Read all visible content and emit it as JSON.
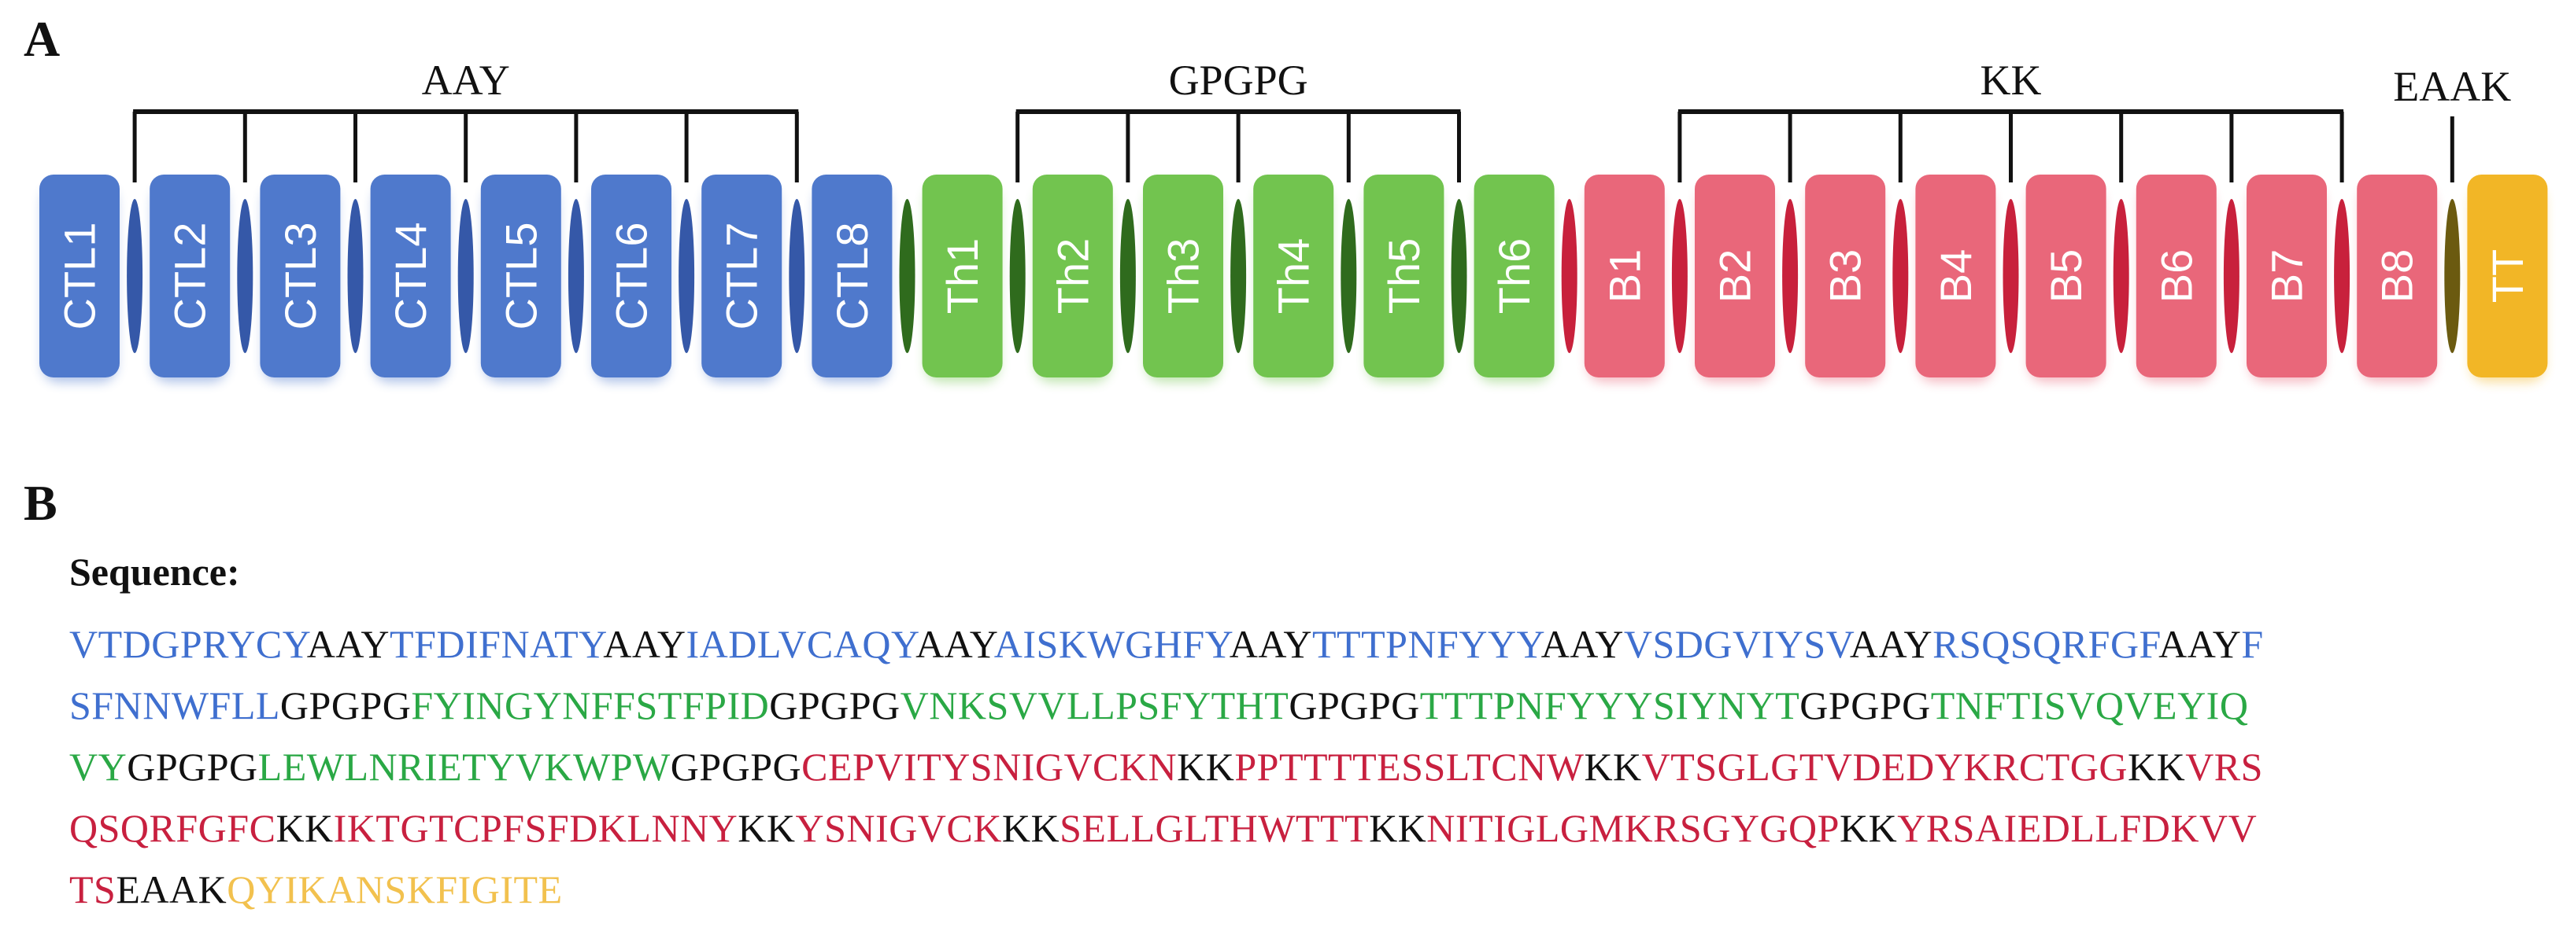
{
  "panels": {
    "a": "A",
    "b": "B"
  },
  "colors": {
    "ctl": "#4f79cc",
    "ctl_dark": "#3558a8",
    "th": "#72c44f",
    "th_dark": "#2f6b1d",
    "b": "#e9677a",
    "b_dark": "#c8213c",
    "tt": "#f2b626",
    "tt_dark": "#6b5a10",
    "bracket": "#111111",
    "linker_text": "#111111",
    "seq_ctl": "#3f6fcf",
    "seq_th": "#2aa845",
    "seq_b": "#c8203f",
    "seq_tt": "#f2c14e"
  },
  "linkers": [
    {
      "label": "AAY",
      "group": "ctl"
    },
    {
      "label": "GPGPG",
      "group": "th"
    },
    {
      "label": "KK",
      "group": "b"
    },
    {
      "label": "EAAK",
      "group": "tt"
    }
  ],
  "epitopes": [
    {
      "label": "CTL1",
      "type": "ctl"
    },
    {
      "label": "CTL2",
      "type": "ctl"
    },
    {
      "label": "CTL3",
      "type": "ctl"
    },
    {
      "label": "CTL4",
      "type": "ctl"
    },
    {
      "label": "CTL5",
      "type": "ctl"
    },
    {
      "label": "CTL6",
      "type": "ctl"
    },
    {
      "label": "CTL7",
      "type": "ctl"
    },
    {
      "label": "CTL8",
      "type": "ctl"
    },
    {
      "label": "Th1",
      "type": "th"
    },
    {
      "label": "Th2",
      "type": "th"
    },
    {
      "label": "Th3",
      "type": "th"
    },
    {
      "label": "Th4",
      "type": "th"
    },
    {
      "label": "Th5",
      "type": "th"
    },
    {
      "label": "Th6",
      "type": "th"
    },
    {
      "label": "B1",
      "type": "b"
    },
    {
      "label": "B2",
      "type": "b"
    },
    {
      "label": "B3",
      "type": "b"
    },
    {
      "label": "B4",
      "type": "b"
    },
    {
      "label": "B5",
      "type": "b"
    },
    {
      "label": "B6",
      "type": "b"
    },
    {
      "label": "B7",
      "type": "b"
    },
    {
      "label": "B8",
      "type": "b"
    },
    {
      "label": "TT",
      "type": "tt"
    }
  ],
  "sequence": {
    "heading": "Sequence:",
    "lines": [
      [
        {
          "t": "VTDGPRYCY",
          "c": "ctl"
        },
        {
          "t": "AAY",
          "c": "link"
        },
        {
          "t": "TFDIFNATY",
          "c": "ctl"
        },
        {
          "t": "AAY",
          "c": "link"
        },
        {
          "t": "IADLVCAQY",
          "c": "ctl"
        },
        {
          "t": "AAY",
          "c": "link"
        },
        {
          "t": "AISKWGHFY",
          "c": "ctl"
        },
        {
          "t": "AAY",
          "c": "link"
        },
        {
          "t": "TTTPNFYYY",
          "c": "ctl"
        },
        {
          "t": "AAY",
          "c": "link"
        },
        {
          "t": "VSDGVIYSV",
          "c": "ctl"
        },
        {
          "t": "AAY",
          "c": "link"
        },
        {
          "t": "RSQSQRFGF",
          "c": "ctl"
        },
        {
          "t": "AAY",
          "c": "link"
        },
        {
          "t": "F",
          "c": "ctl"
        }
      ],
      [
        {
          "t": "SFNNWFLL",
          "c": "ctl"
        },
        {
          "t": "GPGPG",
          "c": "link"
        },
        {
          "t": "FYINGYNFFSTFPID",
          "c": "th"
        },
        {
          "t": "GPGPG",
          "c": "link"
        },
        {
          "t": "VNKSVVLLPSFYTHT",
          "c": "th"
        },
        {
          "t": "GPGPG",
          "c": "link"
        },
        {
          "t": "TTTPNFYYYSIYNYT",
          "c": "th"
        },
        {
          "t": "GPGPG",
          "c": "link"
        },
        {
          "t": "TNFTISVQVEYIQ",
          "c": "th"
        }
      ],
      [
        {
          "t": "VY",
          "c": "th"
        },
        {
          "t": "GPGPG",
          "c": "link"
        },
        {
          "t": "LEWLNRIETYVKWPW",
          "c": "th"
        },
        {
          "t": "GPGPG",
          "c": "link"
        },
        {
          "t": "CEPVITYSNIGVCKN",
          "c": "b"
        },
        {
          "t": "KK",
          "c": "link"
        },
        {
          "t": "PPTTTTESSLTCNW",
          "c": "b"
        },
        {
          "t": "KK",
          "c": "link"
        },
        {
          "t": "VTSGLGTVDEDYKRCTGG",
          "c": "b"
        },
        {
          "t": "KK",
          "c": "link"
        },
        {
          "t": "VRS",
          "c": "b"
        }
      ],
      [
        {
          "t": "QSQRFGFC",
          "c": "b"
        },
        {
          "t": "KK",
          "c": "link"
        },
        {
          "t": "IKTGTCPFSFDKLNNY",
          "c": "b"
        },
        {
          "t": "KK",
          "c": "link"
        },
        {
          "t": "YSNIGVCK",
          "c": "b"
        },
        {
          "t": "KK",
          "c": "link"
        },
        {
          "t": "SELLGLTHWTTT",
          "c": "b"
        },
        {
          "t": "KK",
          "c": "link"
        },
        {
          "t": "NITIGLGMKRSGYGQP",
          "c": "b"
        },
        {
          "t": "KK",
          "c": "link"
        },
        {
          "t": "YRSAIEDLLFDKVV",
          "c": "b"
        }
      ],
      [
        {
          "t": "TS",
          "c": "b"
        },
        {
          "t": "EAAK",
          "c": "link"
        },
        {
          "t": "QYIKANSKFIGITE",
          "c": "tt"
        }
      ]
    ]
  }
}
